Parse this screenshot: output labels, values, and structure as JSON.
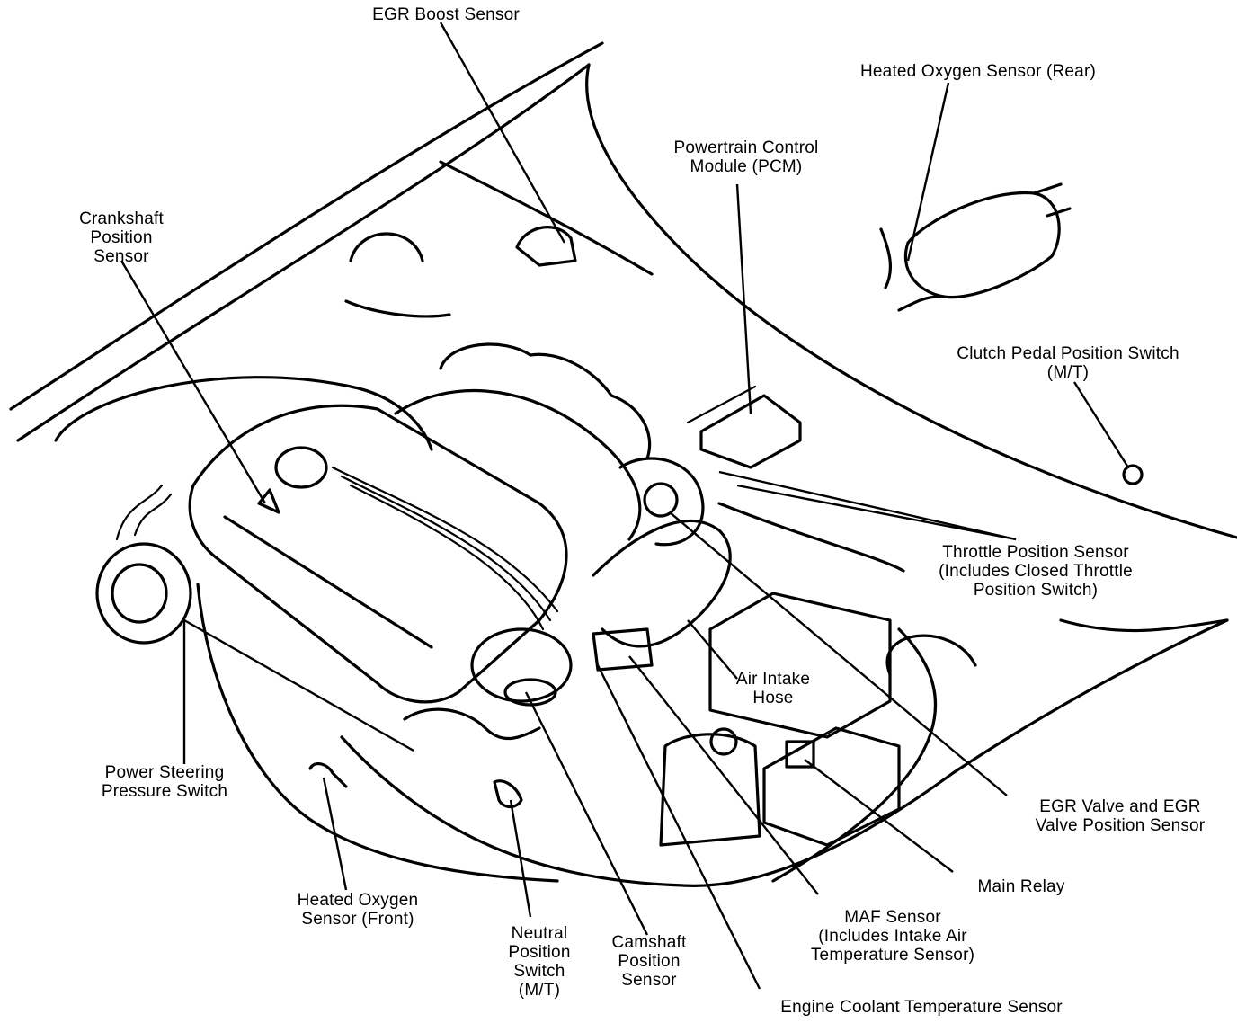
{
  "labels": {
    "egr_boost": [
      "EGR Boost Sensor"
    ],
    "heated_o2_rear": [
      "Heated Oxygen Sensor (Rear)"
    ],
    "pcm": [
      "Powertrain Control",
      "Module (PCM)"
    ],
    "crankshaft": [
      "Crankshaft",
      "Position",
      "Sensor"
    ],
    "clutch_pedal": [
      "Clutch Pedal Position Switch",
      "(M/T)"
    ],
    "throttle_position": [
      "Throttle Position Sensor",
      "(Includes Closed Throttle",
      "Position Switch)"
    ],
    "air_intake_hose": [
      "Air Intake",
      "Hose"
    ],
    "power_steering": [
      "Power Steering",
      "Pressure Switch"
    ],
    "egr_valve": [
      "EGR Valve and EGR",
      "Valve Position Sensor"
    ],
    "main_relay": [
      "Main Relay"
    ],
    "heated_o2_front": [
      "Heated Oxygen",
      "Sensor (Front)"
    ],
    "neutral_position": [
      "Neutral",
      "Position",
      "Switch",
      "(M/T)"
    ],
    "camshaft": [
      "Camshaft",
      "Position",
      "Sensor"
    ],
    "maf": [
      "MAF Sensor",
      "(Includes Intake Air",
      "Temperature Sensor)"
    ],
    "coolant_temp": [
      "Engine Coolant Temperature Sensor"
    ]
  }
}
